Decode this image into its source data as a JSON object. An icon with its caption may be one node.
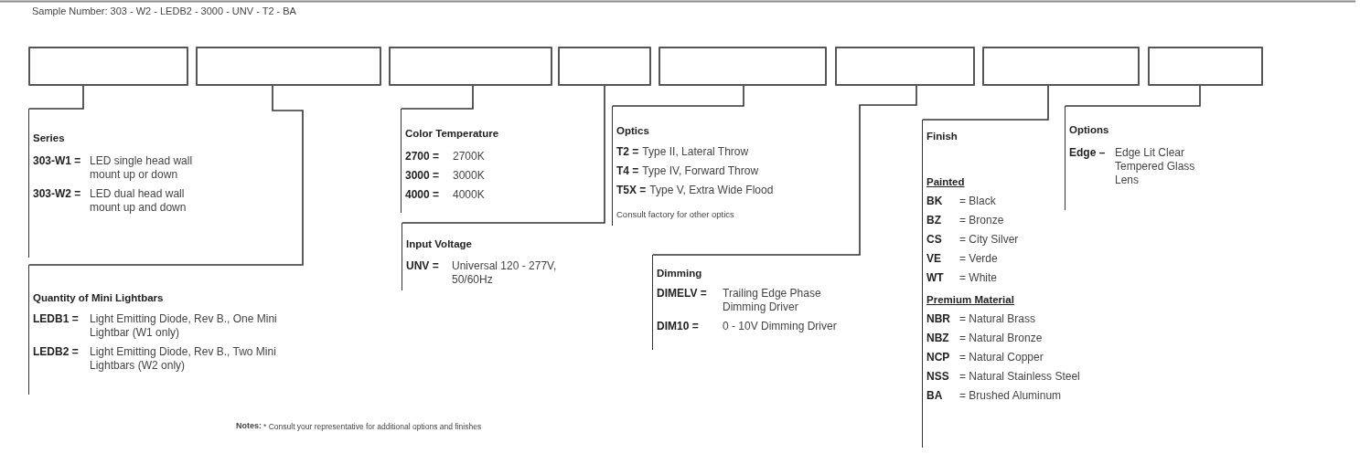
{
  "diagram": {
    "nodes": [
      {
        "text": [],
        "shape": "box"
      },
      {
        "text": [],
        "shape": "box"
      },
      {
        "text": [],
        "shape": "box"
      },
      {
        "text": [],
        "shape": "box"
      },
      {
        "text": [],
        "shape": "box"
      },
      {
        "text": [],
        "shape": "box"
      },
      {
        "text": [],
        "shape": "box"
      },
      {
        "text": [],
        "shape": "box"
      },
      {
        "text": [
          "Series",
          "303-W1 =",
          "LED single head wall mount up or down",
          "303-W2 =",
          "LED dual head wall mount up and down"
        ]
      },
      {
        "text": [
          "Quantity of Mini Lightbars",
          "LEDB1 =",
          "Light Emitting Diode, Rev B., One Mini Lightbar (W1 only)",
          "LEDB2 =",
          "Light Emitting Diode, Rev B., Two Mini Lightbars (W2 only)"
        ]
      },
      {
        "text": [
          "Color Temperature",
          "2700 =",
          "2700K",
          "3000 =",
          "3000K",
          "4000 =",
          "4000K"
        ]
      },
      {
        "text": [
          "Input Voltage",
          "UNV =",
          "Universal 120 - 277V, 50/60Hz"
        ]
      },
      {
        "text": [
          "Optics",
          "T2 =",
          "Type II, Lateral Throw",
          "T4 =",
          "Type IV, Forward Throw",
          "T5X =",
          "Type V, Extra Wide Flood",
          "Consult factory for other optics"
        ]
      },
      {
        "text": [
          "Dimming",
          "DIMELV =",
          "Trailing Edge Phase Dimming Driver",
          "DIM10 =",
          "0 - 10V Dimming Driver"
        ]
      },
      {
        "text": [
          "Finish",
          "Painted",
          "BK",
          "= Black",
          "BZ",
          "= Bronze",
          "CS",
          "= City Silver",
          "VE",
          "= Verde",
          "WT",
          "= White",
          "Premium Material",
          "NBR",
          "= Natural Brass",
          "NBZ",
          "= Natural Bronze",
          "NCP",
          "= Natural Copper",
          "NSS",
          "= Natural Stainless Steel",
          "BA",
          "= Brushed Aluminum"
        ]
      },
      {
        "text": [
          "Options",
          "Edge –",
          "Edge Lit Clear Tempered Glass Lens"
        ]
      }
    ],
    "edges": [
      {
        "from": 0,
        "to": 8,
        "arrow": "none"
      },
      {
        "from": 1,
        "to": 9,
        "arrow": "none"
      },
      {
        "from": 2,
        "to": 10,
        "arrow": "none"
      },
      {
        "from": 3,
        "to": 11,
        "arrow": "none"
      },
      {
        "from": 4,
        "to": 12,
        "arrow": "none"
      },
      {
        "from": 5,
        "to": 13,
        "arrow": "none"
      },
      {
        "from": 6,
        "to": 14,
        "arrow": "none"
      },
      {
        "from": 7,
        "to": 15,
        "arrow": "none"
      }
    ],
    "labels": [
      "Sample Number: 303 - W2 - LEDB2 - 3000 - UNV - T2 - BA",
      "Notes:",
      "* Consult your representative for additional options and finishes"
    ]
  }
}
